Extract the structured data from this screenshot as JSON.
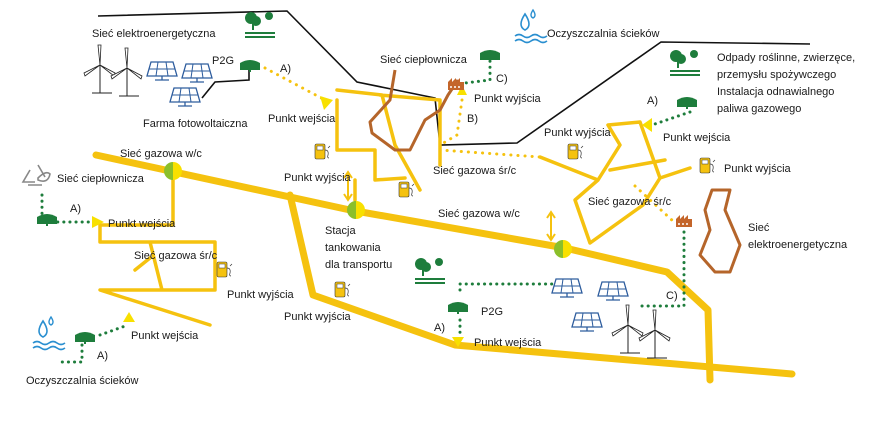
{
  "colors": {
    "gas": "#f5c20f",
    "heat": "#b5652a",
    "green": "#1e7d3c",
    "water": "#2a8fd0",
    "pv": "#2e5d9e"
  },
  "labels": {
    "power_grid_top": "Sieć elektroenergetyczna",
    "p2g_top": "P2G",
    "a_top": "A)",
    "pv_farm": "Farma fotowoltaiczna",
    "entry_top": "Punkt wejścia",
    "heat_top": "Sieć ciepłownicza",
    "wwtp_top": "Oczyszczalnia ścieków",
    "c_top": "C)",
    "exit_heat": "Punkt wyjścia",
    "b_top": "B)",
    "waste_1": "Odpady roślinne, zwierzęce,",
    "waste_2": "przemysłu spożywczego",
    "waste_3": "Instalacja odnawialnego",
    "waste_4": "paliwa gazowego",
    "a_right": "A)",
    "entry_right": "Punkt wejścia",
    "exit_mid_right": "Punkt wyjścia",
    "exit_far_right": "Punkt wyjścia",
    "mp_center": "Sieć gazowa śr/c",
    "mp_right": "Sieć gazowa śr/c",
    "hp_left": "Sieć gazowa w/c",
    "heat_left": "Sieć ciepłownicza",
    "exit_center": "Punkt wyjścia",
    "a_left": "A)",
    "entry_left": "Punkt wejścia",
    "hp_center": "Sieć gazowa w/c",
    "station_1": "Stacja",
    "station_2": "tankowania",
    "station_3": "dla transportu",
    "grid_right_1": "Sieć",
    "grid_right_2": "elektroenergetyczna",
    "mp_left": "Sieć gazowa śr/c",
    "exit_left": "Punkt wyjścia",
    "exit_station": "Punkt wyjścia",
    "p2g_bottom": "P2G",
    "c_bottom": "C)",
    "a_bottom": "A)",
    "entry_bottom": "Punkt wejścia",
    "a_wwtp": "A)",
    "entry_wwtp": "Punkt wejścia",
    "wwtp_bottom": "Oczyszczalnia ścieków"
  }
}
